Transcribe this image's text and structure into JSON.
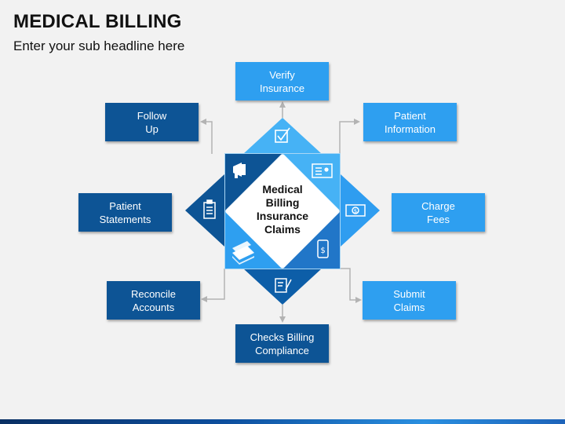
{
  "header": {
    "title": "MEDICAL BILLING",
    "subtitle": "Enter your sub headline here"
  },
  "center": {
    "lines": [
      "Medical",
      "Billing",
      "Insurance",
      "Claims"
    ]
  },
  "boxes": {
    "verify": [
      "Verify",
      "Insurance"
    ],
    "follow": [
      "Follow",
      "Up"
    ],
    "patient_info": [
      "Patient",
      "Information"
    ],
    "statements": [
      "Patient",
      "Statements"
    ],
    "charge": [
      "Charge",
      "Fees"
    ],
    "reconcile": [
      "Reconcile",
      "Accounts"
    ],
    "submit": [
      "Submit",
      "Claims"
    ],
    "checks": [
      "Checks Billing",
      "Compliance"
    ]
  },
  "icons": [
    "checkbox-icon",
    "id-card-icon",
    "money-icon",
    "mobile-payment-icon",
    "signed-document-icon",
    "stack-of-papers-icon",
    "checklist-icon",
    "megaphone-icon"
  ],
  "colors": {
    "dark_blue": "#0d5495",
    "mid_blue": "#2176c8",
    "light_blue": "#2e9ff0",
    "sky_blue": "#46b2f5",
    "connector": "#b3b3b3"
  }
}
